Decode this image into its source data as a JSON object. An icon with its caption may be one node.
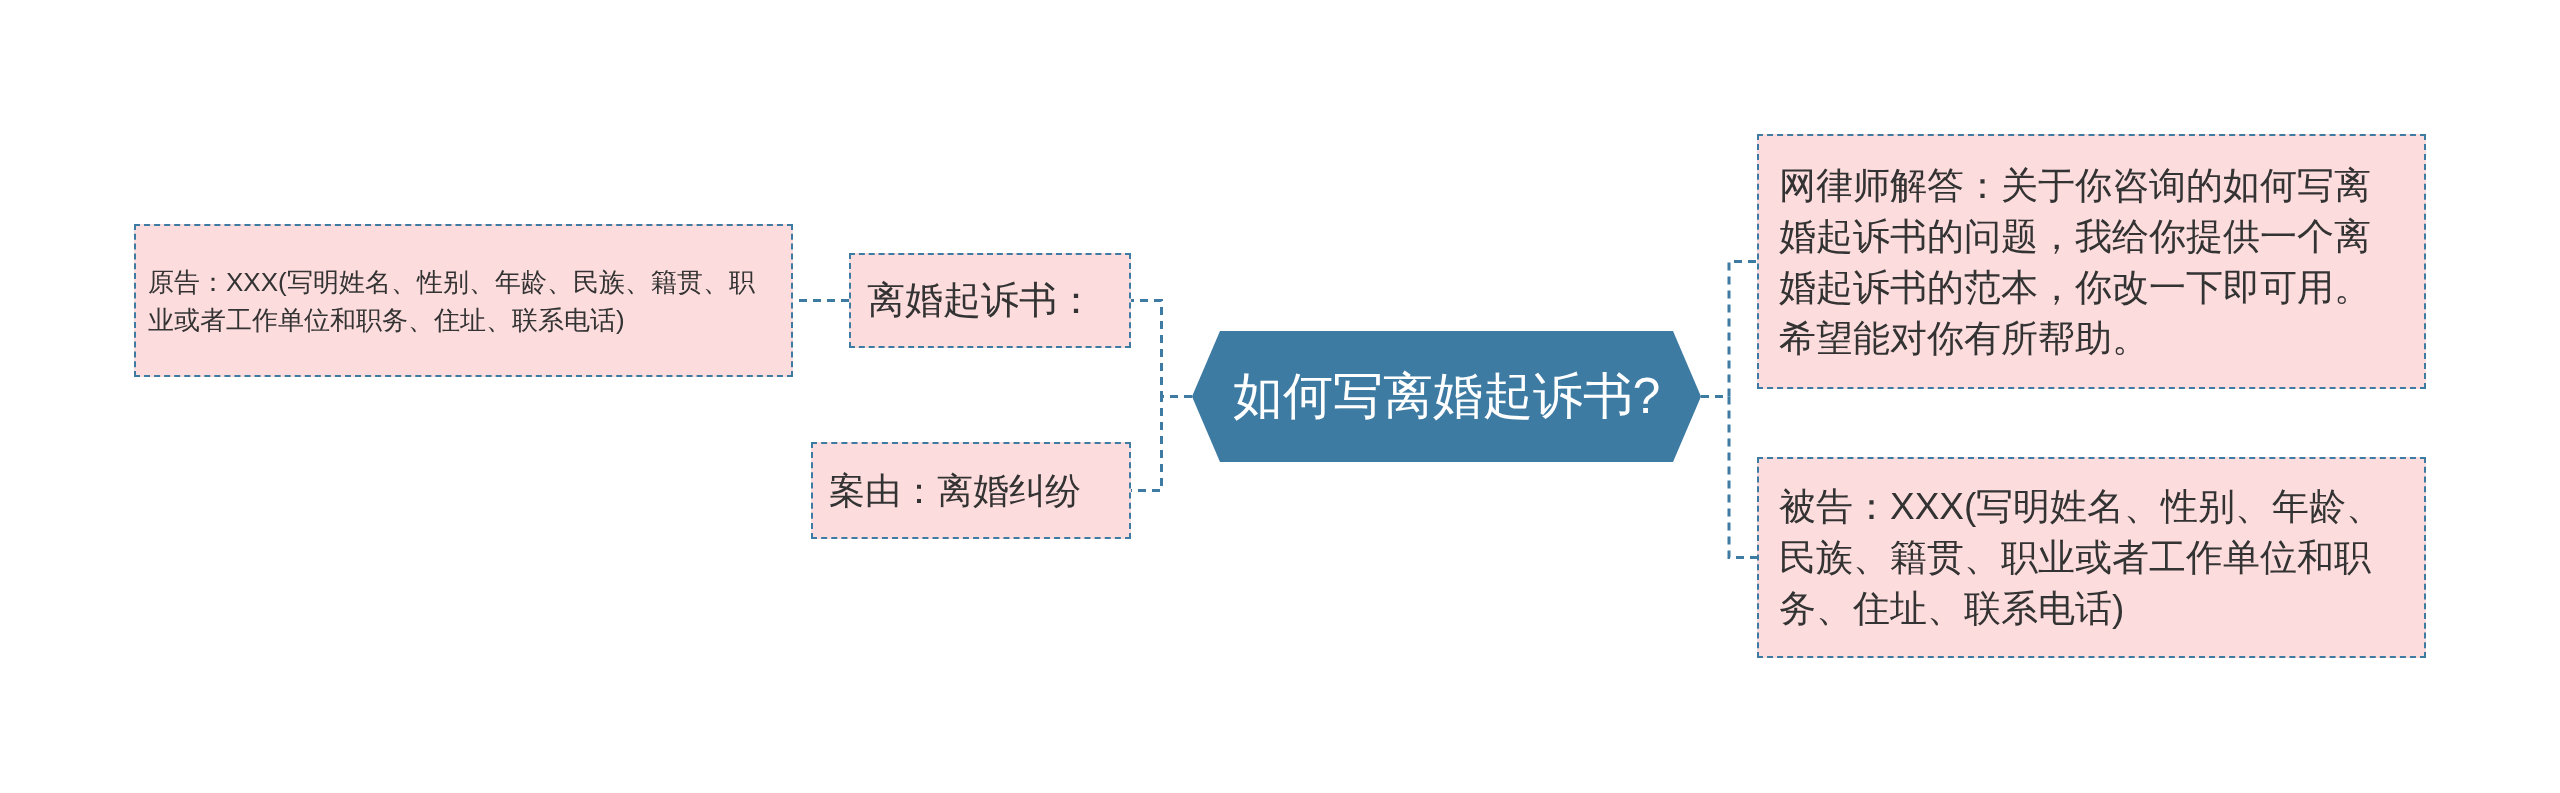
{
  "diagram": {
    "nodes": [
      {
        "text": [
          "如何写离婚起诉书?"
        ]
      },
      {
        "text": [
          "离婚起诉书："
        ]
      },
      {
        "text": [
          "原告：XXX(写明姓名、性别、年龄、民族、籍贯、职业或者工作单位和职务、住址、联系电话)"
        ]
      },
      {
        "text": [
          "案由：离婚纠纷"
        ]
      },
      {
        "text": [
          "网律师解答：关于你咨询的如何写离婚起诉书的问题，我给你提供一个离婚起诉书的范本，你改一下即可用。希望能对你有所帮助。"
        ]
      },
      {
        "text": [
          "被告：XXX(写明姓名、性别、年龄、民族、籍贯、职业或者工作单位和职务、住址、联系电话)"
        ]
      }
    ],
    "edges": [
      {
        "from": 0,
        "to": 1,
        "arrow": "none",
        "style": "dashed"
      },
      {
        "from": 1,
        "to": 2,
        "arrow": "none",
        "style": "dashed"
      },
      {
        "from": 0,
        "to": 3,
        "arrow": "none",
        "style": "dashed"
      },
      {
        "from": 0,
        "to": 4,
        "arrow": "none",
        "style": "dashed"
      },
      {
        "from": 0,
        "to": 5,
        "arrow": "none",
        "style": "dashed"
      }
    ]
  }
}
